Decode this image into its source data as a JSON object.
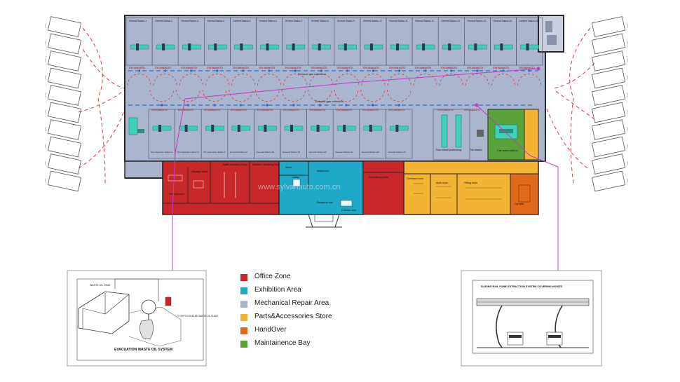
{
  "colors": {
    "office": "#c8282a",
    "exhibition": "#1fa9c9",
    "mechanical": "#aab4cc",
    "parts": "#f3b433",
    "handover": "#e06a1c",
    "maintenance": "#5aa33a",
    "lift": "#3fd0b8",
    "guide": "#c63bc4",
    "dashed_red": "#d63a3a",
    "dashed_blue": "#3a7ed6"
  },
  "legend": [
    {
      "label": "Office Zone",
      "color": "#c8282a"
    },
    {
      "label": "Exhibition Area",
      "color": "#1fa9c9"
    },
    {
      "label": "Mechanical Repair Area",
      "color": "#aab4cc"
    },
    {
      "label": "Parts&Accessories Store",
      "color": "#f3b433"
    },
    {
      "label": "HandOver",
      "color": "#e06a1c"
    },
    {
      "label": "Maintainence Bay",
      "color": "#5aa33a"
    }
  ],
  "top_stations": [
    "General Station-1",
    "General Station-2",
    "General Station-3",
    "General Station-4",
    "General Station-5",
    "General Station-6",
    "General Station-7",
    "General Station-8",
    "General Station-9",
    "General Station-10",
    "General Station-11",
    "General Station-12",
    "General Station-13",
    "General Station-14",
    "General Station-15",
    "General Station-16"
  ],
  "top_brand": "SYLVANAUTO",
  "bottom_brand": "SYLVANAUTO",
  "collector_label_top": "Exhaust gas collection",
  "collector_label_bottom": "Exhaust gas collection",
  "bottom_stations": [
    "Pre inspection station-1",
    "Pre inspection station-2",
    "Pre inspection station-3",
    "General Station-17",
    "General Station-18",
    "General Station-19",
    "General Station-20",
    "General Station-21",
    "General Station-22",
    "General Station-23"
  ],
  "bay_labels": {
    "four_wheel": "Four wheel positioning",
    "tire": "Tire station",
    "car_wash": "Car wash station"
  },
  "room_labels": {
    "fire": "Fire cas room",
    "manager": "Manager office",
    "staff_dressing": "Staffs Dressing Room",
    "womens_dressing": "Women's Dressing Room",
    "stock": "Stock",
    "lobby": "Lobby",
    "washroom": "Washroom",
    "reception": "Reception hall",
    "exhibition_area": "Exhibition area",
    "self_training": "Self training room",
    "overhaul": "Overhaul room",
    "tools": "tools room",
    "fitting": "Fitting room",
    "car_wait": "Car wait"
  },
  "watermark": "www.sylvanauto.com.cn",
  "callout_left_title": "EVACUATION WASTE OIL SYSTEM",
  "callout_left_small": [
    "WASTE OIL TANK",
    "TO SEPTIC/SEALED WASTE OIL PLANT"
  ],
  "callout_right_title": "SLIDING RAIL FUME EXTRACTION SYSTEM COVERING HOISTS"
}
